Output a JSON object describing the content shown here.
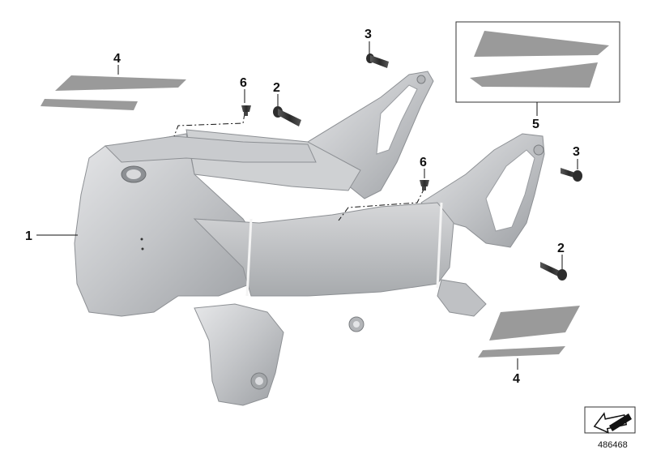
{
  "diagram": {
    "callouts": {
      "c1": "1",
      "c2a": "2",
      "c2b": "2",
      "c3a": "3",
      "c3b": "3",
      "c4a": "4",
      "c4b": "4",
      "c5": "5",
      "c6a": "6",
      "c6b": "6"
    },
    "document_number": "486468",
    "colors": {
      "frame_light": "#d9dadc",
      "frame_mid": "#b4b6b9",
      "frame_dark": "#8d9094",
      "pad": "#9a9a9a",
      "bolt": "#3c3c3c"
    }
  }
}
